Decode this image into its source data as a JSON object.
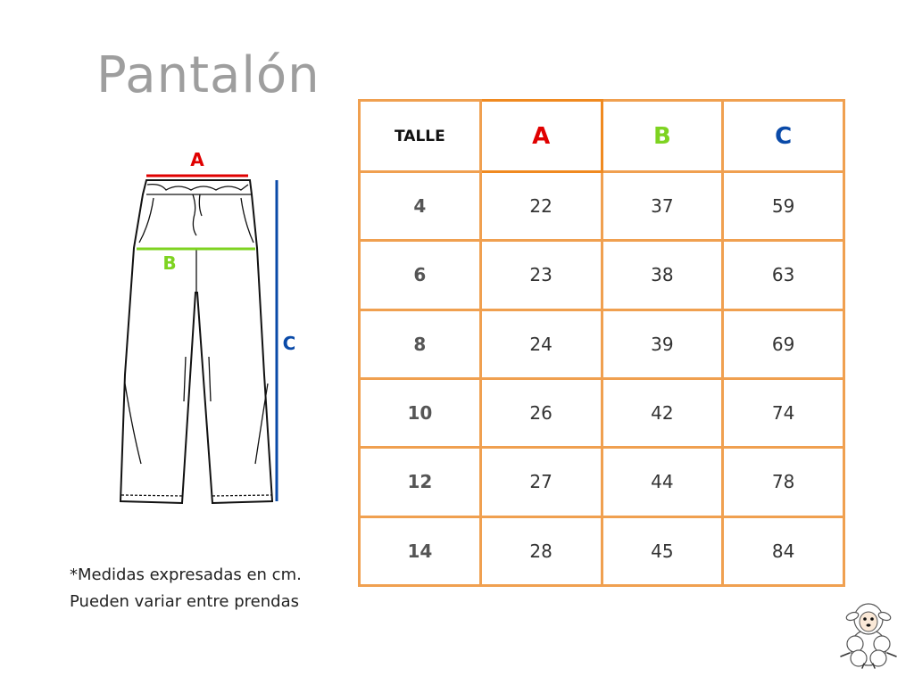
{
  "title": "Pantalón",
  "colors": {
    "a": "#e00000",
    "b": "#7ed321",
    "c": "#0a4aa8",
    "table_border": "#f0a050"
  },
  "diagram": {
    "label_a": "A",
    "label_b": "B",
    "label_c": "C"
  },
  "table": {
    "headers": [
      "TALLE",
      "A",
      "B",
      "C"
    ],
    "rows": [
      [
        "4",
        "22",
        "37",
        "59"
      ],
      [
        "6",
        "23",
        "38",
        "63"
      ],
      [
        "8",
        "24",
        "39",
        "69"
      ],
      [
        "10",
        "26",
        "42",
        "74"
      ],
      [
        "12",
        "27",
        "44",
        "78"
      ],
      [
        "14",
        "28",
        "45",
        "84"
      ]
    ]
  },
  "note": {
    "line1": "*Medidas expresadas en cm.",
    "line2": "Pueden variar entre prendas"
  },
  "mascot": "sheep-icon"
}
